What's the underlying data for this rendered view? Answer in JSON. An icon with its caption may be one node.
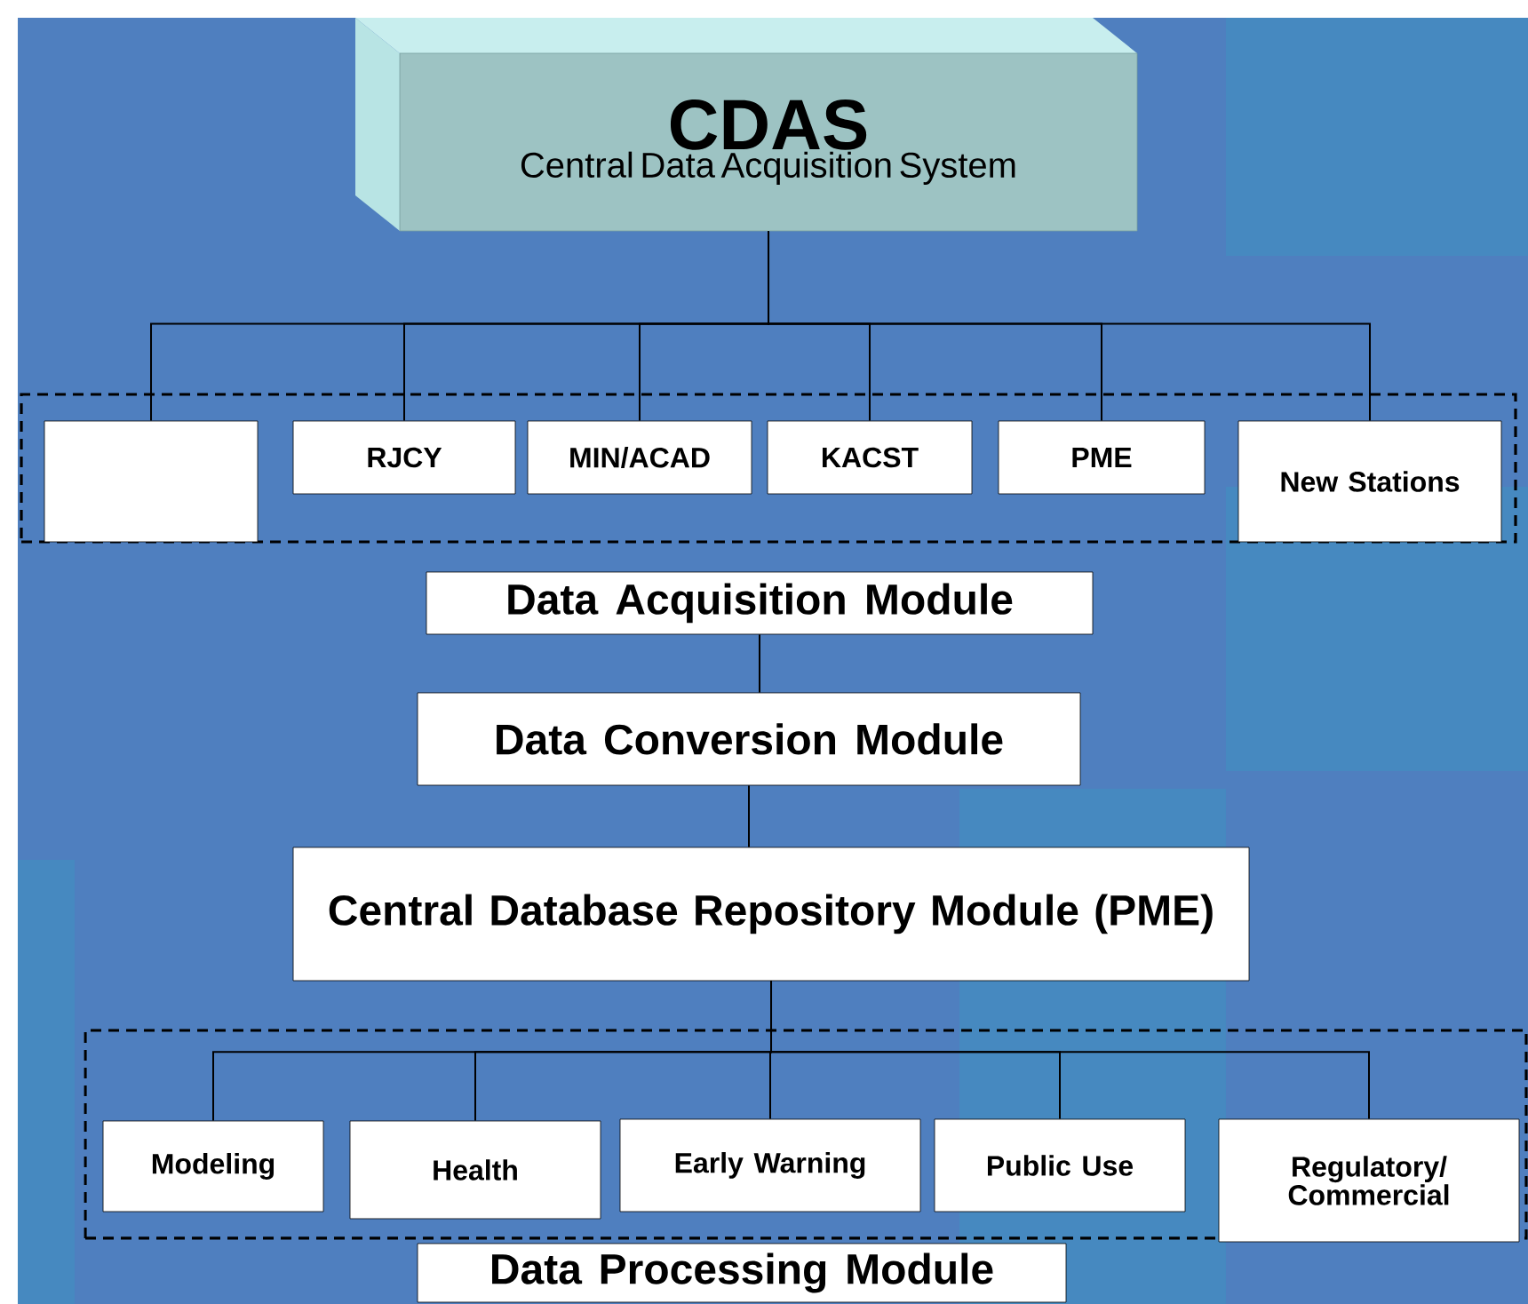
{
  "diagram": {
    "nodes": [
      {
        "text": [
          "CDAS",
          "Central Data Acquisition System"
        ]
      },
      {
        "text": [],
        "shape": "box"
      },
      {
        "text": [],
        "shape": "box",
        "in": 1
      },
      {
        "text": [
          "RJCY"
        ],
        "in": 1
      },
      {
        "text": [
          "MIN/ACAD"
        ],
        "in": 1
      },
      {
        "text": [
          "KACST"
        ],
        "in": 1
      },
      {
        "text": [
          "PME"
        ],
        "in": 1
      },
      {
        "text": [
          "New Stations"
        ],
        "in": 1
      },
      {
        "text": [
          "Data Acquisition Module"
        ]
      },
      {
        "text": [
          "Data Conversion Module"
        ]
      },
      {
        "text": [
          "Central Database Repository Module (PME)"
        ]
      },
      {
        "text": [],
        "shape": "box"
      },
      {
        "text": [
          "Modeling"
        ],
        "in": 11
      },
      {
        "text": [
          "Health"
        ],
        "in": 11
      },
      {
        "text": [
          "Early Warning"
        ],
        "in": 11
      },
      {
        "text": [
          "Public Use"
        ],
        "in": 11
      },
      {
        "text": [
          "Regulatory/ Commercial"
        ],
        "in": 11
      },
      {
        "text": [
          "Data Processing Module"
        ]
      }
    ],
    "edges": [
      {
        "from": 0,
        "to": 2,
        "arrow": "none"
      },
      {
        "from": 0,
        "to": 3,
        "arrow": "none"
      },
      {
        "from": 0,
        "to": 4,
        "arrow": "none"
      },
      {
        "from": 0,
        "to": 5,
        "arrow": "none"
      },
      {
        "from": 0,
        "to": 6,
        "arrow": "none"
      },
      {
        "from": 0,
        "to": 7,
        "arrow": "none"
      },
      {
        "from": 8,
        "to": 9,
        "arrow": "none"
      },
      {
        "from": 9,
        "to": 10,
        "arrow": "none"
      },
      {
        "from": 10,
        "to": 12,
        "arrow": "none"
      },
      {
        "from": 10,
        "to": 13,
        "arrow": "none"
      },
      {
        "from": 10,
        "to": 14,
        "arrow": "none"
      },
      {
        "from": 10,
        "to": 15,
        "arrow": "none"
      },
      {
        "from": 10,
        "to": 16,
        "arrow": "none"
      }
    ]
  }
}
